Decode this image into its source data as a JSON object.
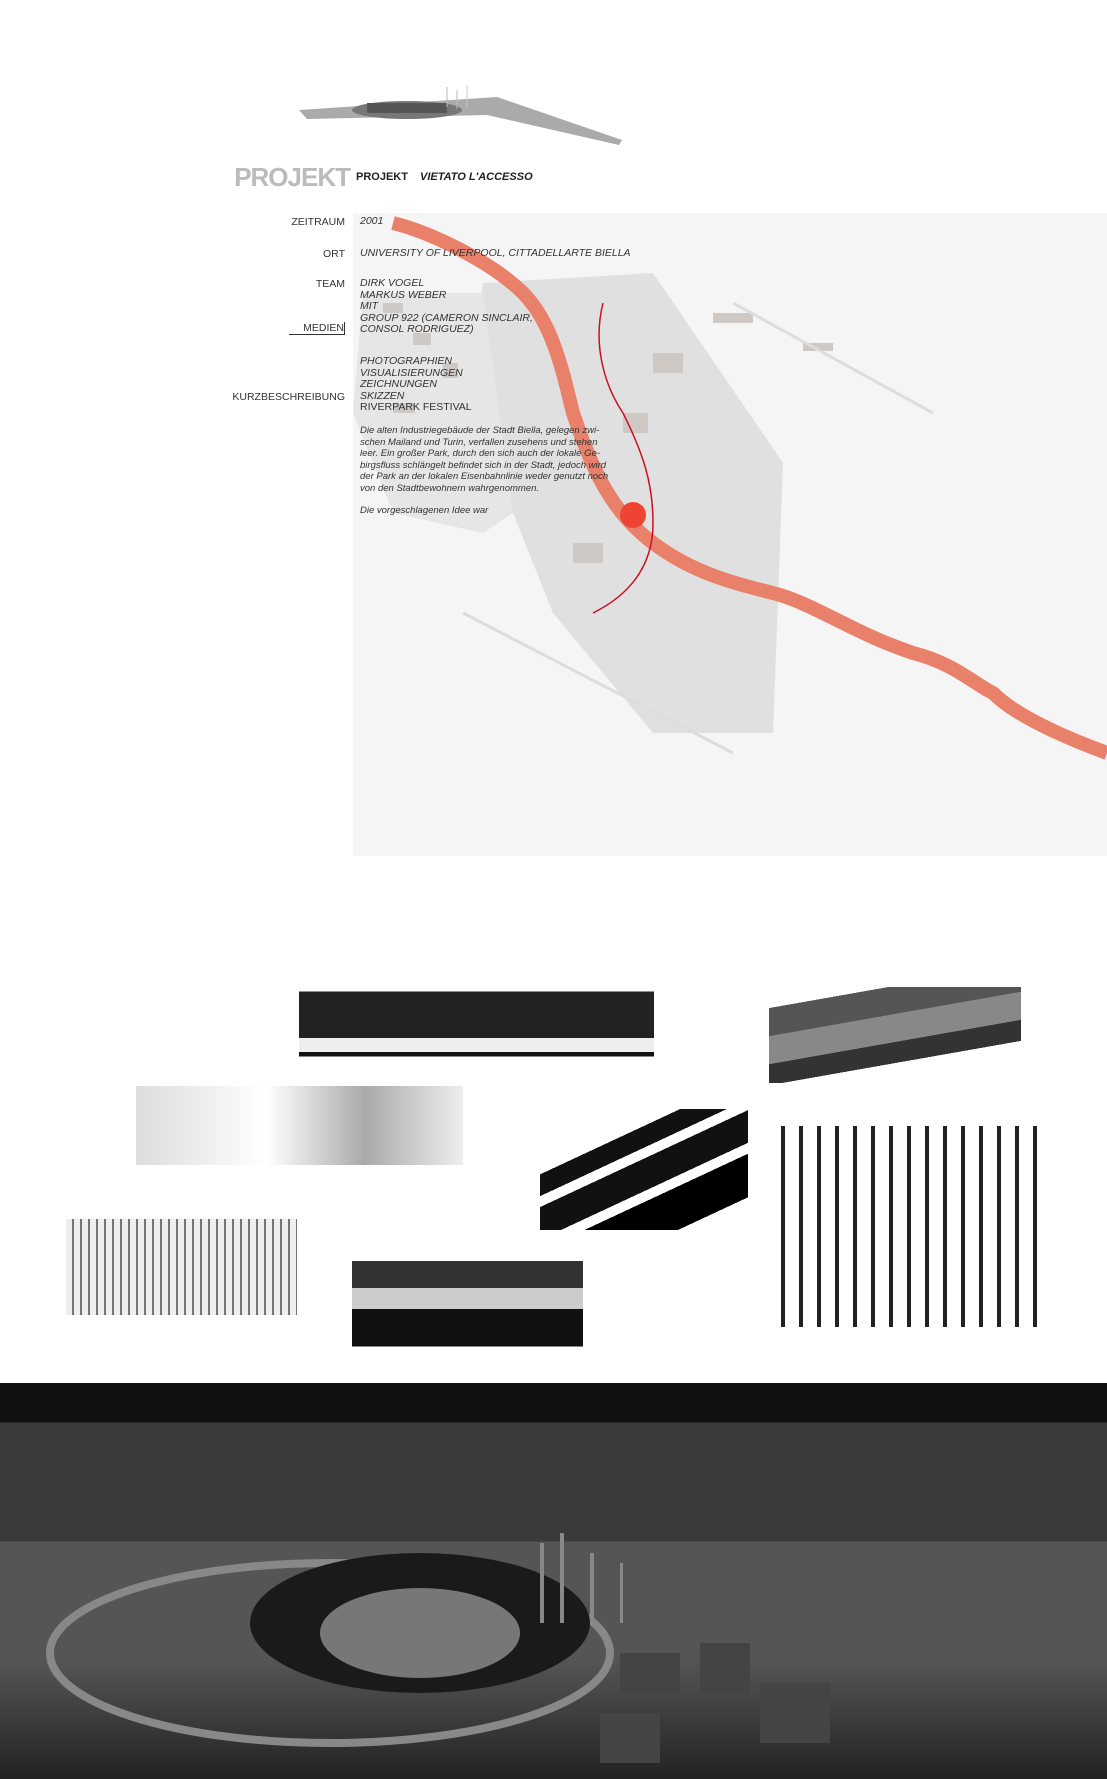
{
  "header": {
    "section_ghost": "PROJEKT",
    "section": "PROJEKT",
    "title": "VIETATO L'ACCESSO"
  },
  "fields": {
    "zeitraum_label": "ZEITRAUM",
    "zeitraum": "2001",
    "ort_label": "ORT",
    "ort": "UNIVERSITY OF LIVERPOOL, CITTADELLARTE BIELLA",
    "team_label": "TEAM",
    "team": [
      "DIRK VOGEL",
      "MARKUS WEBER",
      "MIT",
      "GROUP 922 (CAMERON SINCLAIR,",
      "CONSOL RODRIGUEZ)"
    ],
    "medien_label": "MEDIEN",
    "medien": [
      "PHOTOGRAPHIEN",
      "VISUALISIERUNGEN",
      "ZEICHNUNGEN",
      "SKIZZEN"
    ],
    "kurz_label": "KURZBESCHREIBUNG",
    "kurz_title": "RIVERPARK FESTIVAL",
    "kurz_text": [
      "Die alten Industriegebäude der Stadt Biella, gelegen zwi-",
      "schen Mailand und Turin, verfallen zusehens und stehen",
      "leer. Ein großer Park, durch den sich auch der lokale Ge-",
      "birgsfluss schlängelt befindet sich in der Stadt, jedoch wird",
      "der Park an der lokalen Eisenbahnlinie weder genutzt noch",
      "von den Stadtbewohnern wahrgenommen."
    ],
    "kurz_more": "Die vorgeschlagenen Idee war"
  },
  "colors": {
    "river": "#e8806a",
    "rail": "#cc1122",
    "marker": "#ee4433"
  }
}
